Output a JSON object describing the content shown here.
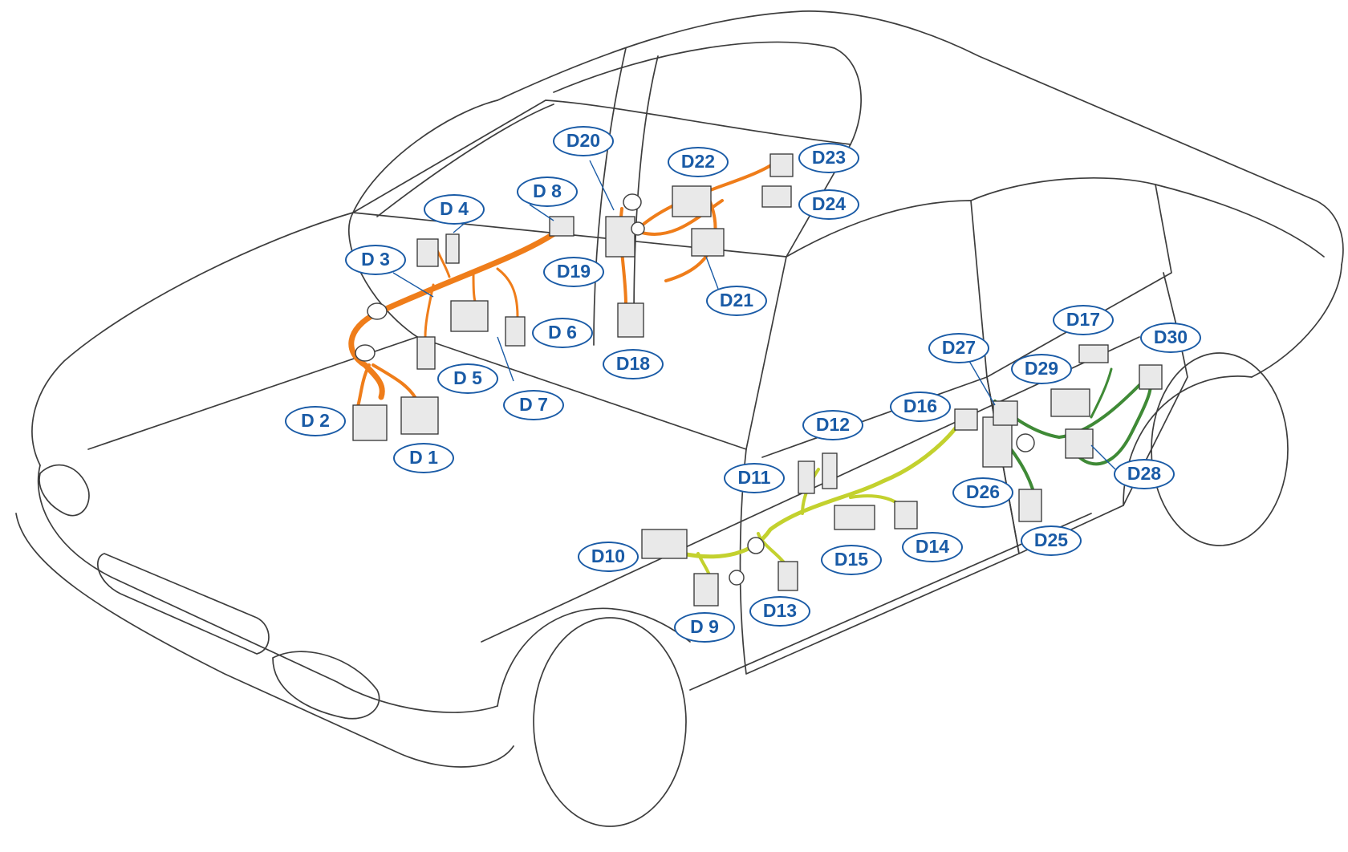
{
  "colors": {
    "front_harness": "#ef7d1a",
    "rear_harness_front_door": "#c3d12e",
    "rear_harness_rear_door": "#3f8a36",
    "callout": "#1a5ba6",
    "outline": "#3d3d3d"
  },
  "callouts": [
    {
      "id": "D1",
      "label": "D 1"
    },
    {
      "id": "D2",
      "label": "D 2"
    },
    {
      "id": "D3",
      "label": "D 3"
    },
    {
      "id": "D4",
      "label": "D 4"
    },
    {
      "id": "D5",
      "label": "D 5"
    },
    {
      "id": "D6",
      "label": "D 6"
    },
    {
      "id": "D7",
      "label": "D 7"
    },
    {
      "id": "D8",
      "label": "D 8"
    },
    {
      "id": "D9",
      "label": "D 9"
    },
    {
      "id": "D10",
      "label": "D10"
    },
    {
      "id": "D11",
      "label": "D11"
    },
    {
      "id": "D12",
      "label": "D12"
    },
    {
      "id": "D13",
      "label": "D13"
    },
    {
      "id": "D14",
      "label": "D14"
    },
    {
      "id": "D15",
      "label": "D15"
    },
    {
      "id": "D16",
      "label": "D16"
    },
    {
      "id": "D17",
      "label": "D17"
    },
    {
      "id": "D18",
      "label": "D18"
    },
    {
      "id": "D19",
      "label": "D19"
    },
    {
      "id": "D20",
      "label": "D20"
    },
    {
      "id": "D21",
      "label": "D21"
    },
    {
      "id": "D22",
      "label": "D22"
    },
    {
      "id": "D23",
      "label": "D23"
    },
    {
      "id": "D24",
      "label": "D24"
    },
    {
      "id": "D25",
      "label": "D25"
    },
    {
      "id": "D26",
      "label": "D26"
    },
    {
      "id": "D27",
      "label": "D27"
    },
    {
      "id": "D28",
      "label": "D28"
    },
    {
      "id": "D29",
      "label": "D29"
    },
    {
      "id": "D30",
      "label": "D30"
    }
  ]
}
